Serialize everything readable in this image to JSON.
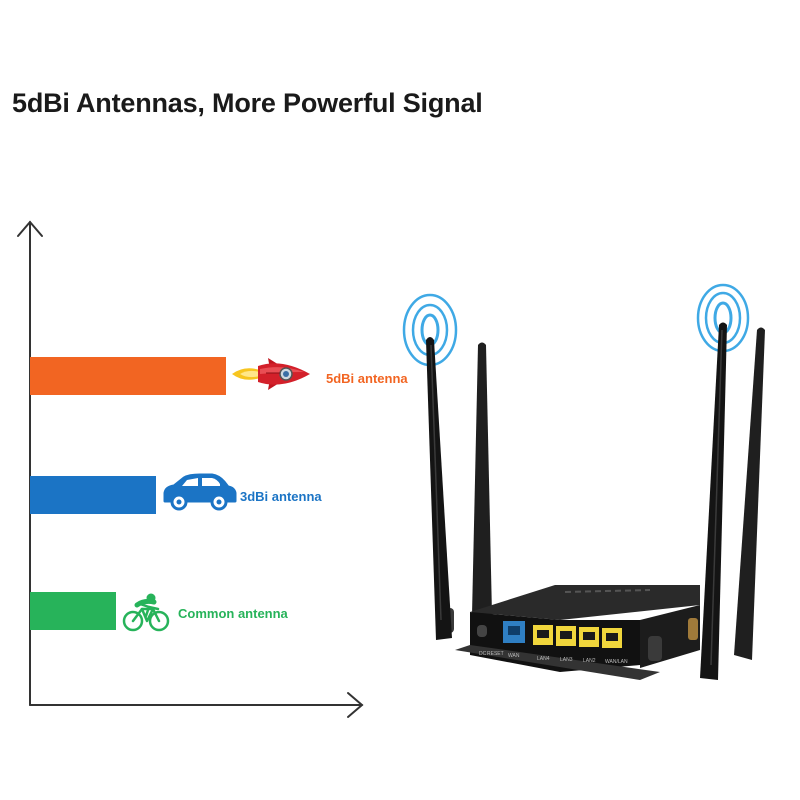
{
  "headline": "5dBi Antennas, More Powerful Signal",
  "comparison": [
    {
      "label": "5dBi antenna",
      "icon": "rocket-icon",
      "color": "#f26522",
      "relative_strength": 1.0
    },
    {
      "label": "3dBi antenna",
      "icon": "car-icon",
      "color": "#1b74c5",
      "relative_strength": 0.64
    },
    {
      "label": "Common antenna",
      "icon": "cyclist-icon",
      "color": "#27b35a",
      "relative_strength": 0.44
    }
  ],
  "router": {
    "port_labels": [
      "DC",
      "RESET",
      "WAN",
      "LAN4",
      "LAN3",
      "LAN2",
      "WAN/LAN"
    ]
  },
  "colors": {
    "text": "#1a1a1a",
    "wan_port": "#2f7fc3",
    "lan_ports": "#f0d63c",
    "signal_rings": "#3fa9e5",
    "router_body": "#141414"
  }
}
